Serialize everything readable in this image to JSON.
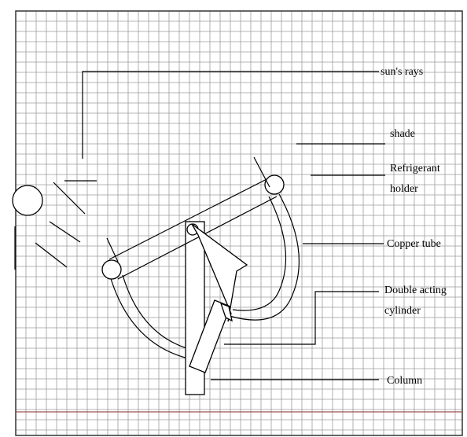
{
  "diagram": {
    "labels": {
      "suns_rays": "sun's rays",
      "shade": "shade",
      "refrigerant_line1": "Refrigerant",
      "refrigerant_line2": "holder",
      "copper_tube": "Copper tube",
      "cylinder_line1": "Double acting",
      "cylinder_line2": "cylinder",
      "column": "Column"
    }
  }
}
